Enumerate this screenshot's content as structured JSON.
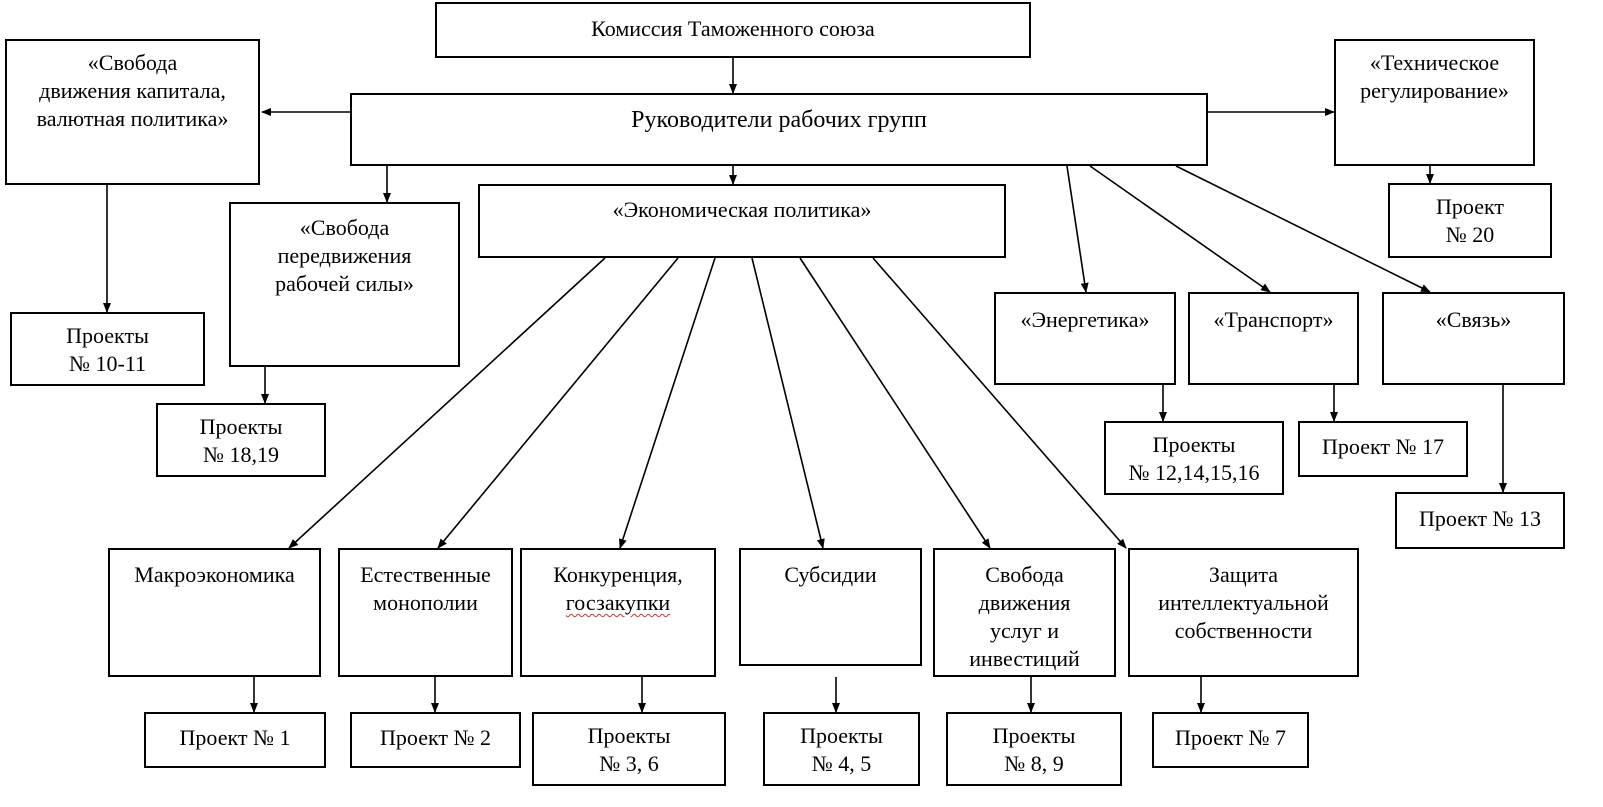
{
  "nodes": {
    "commission": [
      "Комиссия Таможенного союза"
    ],
    "leaders": [
      "Руководители рабочих групп"
    ],
    "capital": [
      "«Свобода",
      "движения капитала,",
      "валютная политика»"
    ],
    "technical": [
      "«Техническое",
      "регулирование»"
    ],
    "labor": [
      "«Свобода",
      "передвижения",
      "рабочей силы»"
    ],
    "economic": [
      "«Экономическая политика»"
    ],
    "energy": [
      "«Энергетика»"
    ],
    "transport": [
      "«Транспорт»"
    ],
    "communication": [
      "«Связь»"
    ],
    "macro": [
      "Макроэкономика"
    ],
    "monopolies": [
      "Естественные",
      "монополии"
    ],
    "competition": [
      "Конкуренция,",
      "госзакупки"
    ],
    "subsidies": [
      "Субсидии"
    ],
    "services": [
      "Свобода",
      "движения",
      "услуг и",
      "инвестиций"
    ],
    "ip": [
      "Защита",
      "интеллектуальной",
      "собственности"
    ],
    "p10_11": [
      "Проекты",
      "№ 10-11"
    ],
    "p18_19": [
      "Проекты",
      "№ 18,19"
    ],
    "p20": [
      "Проект",
      "№ 20"
    ],
    "p12_16": [
      "Проекты",
      "№ 12,14,15,16"
    ],
    "p17": [
      "Проект № 17"
    ],
    "p13": [
      "Проект № 13"
    ],
    "p1": [
      "Проект № 1"
    ],
    "p2": [
      "Проект № 2"
    ],
    "p3_6": [
      "Проекты",
      "№ 3, 6"
    ],
    "p4_5": [
      "Проекты",
      "№ 4, 5"
    ],
    "p8_9": [
      "Проекты",
      "№ 8, 9"
    ],
    "p7": [
      "Проект № 7"
    ]
  }
}
